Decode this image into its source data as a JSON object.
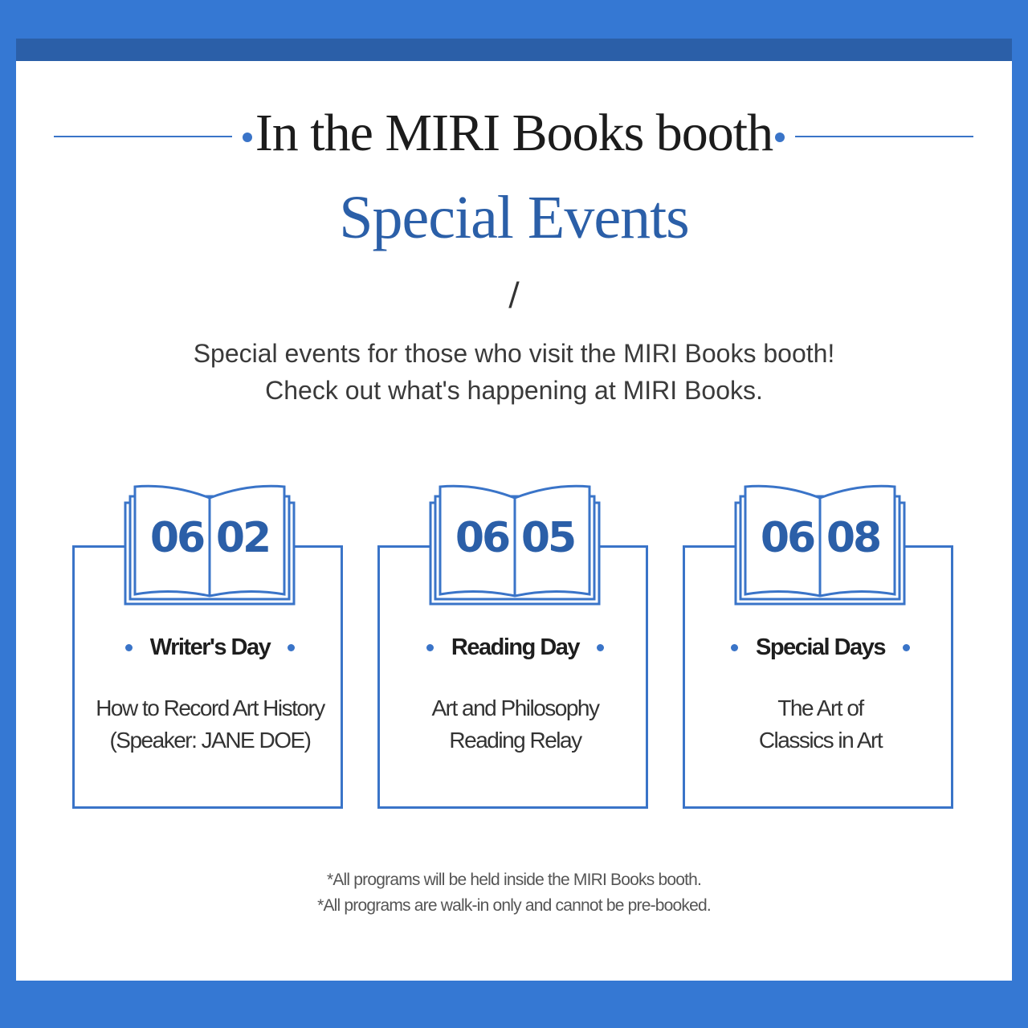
{
  "header": {
    "title_small": "In the MIRI Books booth",
    "title_big": "Special Events",
    "divider": "/"
  },
  "intro": {
    "line1": "Special events for those who visit the MIRI Books booth!",
    "line2": "Check out what's happening at MIRI Books."
  },
  "events": [
    {
      "month": "06",
      "day": "02",
      "title": "Writer's Day",
      "desc_line1": "How to Record Art History",
      "desc_line2": "(Speaker: JANE DOE)"
    },
    {
      "month": "06",
      "day": "05",
      "title": "Reading Day",
      "desc_line1": "Art and Philosophy",
      "desc_line2": "Reading Relay"
    },
    {
      "month": "06",
      "day": "08",
      "title": "Special Days",
      "desc_line1": "The Art of",
      "desc_line2": "Classics in Art"
    }
  ],
  "notes": {
    "line1": "*All programs will be held inside the MIRI Books booth.",
    "line2": "*All programs are walk-in only and cannot be pre-booked."
  },
  "colors": {
    "background": "#3578d3",
    "band": "#2b5fa8",
    "accent": "#3a74c8",
    "heading_blue": "#2b5fa8"
  },
  "icons": [
    "open-book-icon"
  ]
}
